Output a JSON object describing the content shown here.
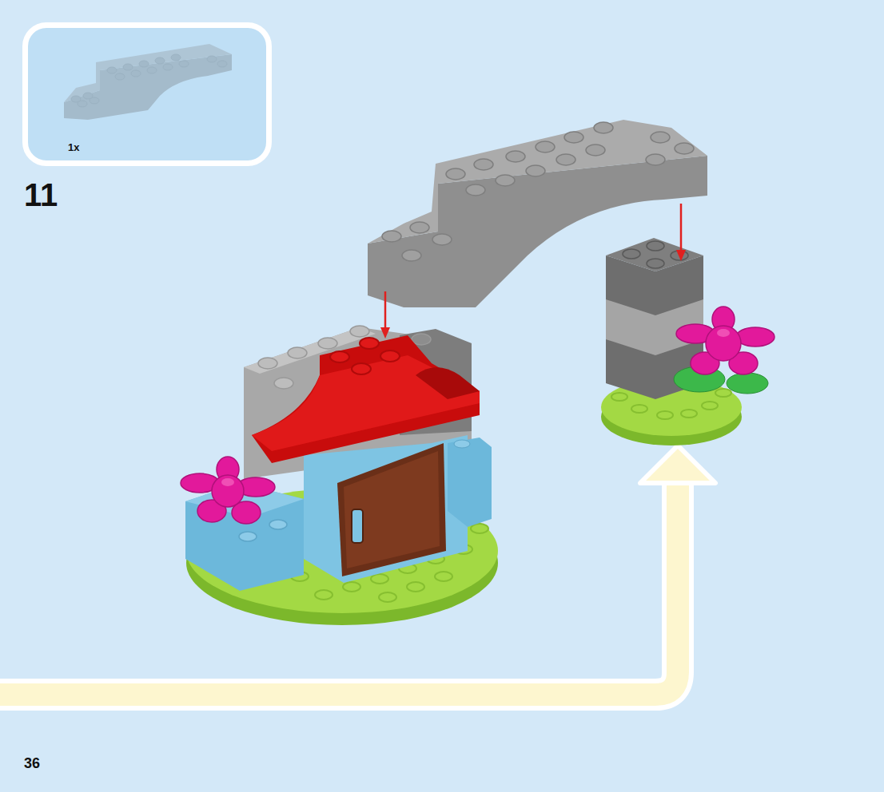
{
  "diagram": {
    "nodes": [
      {
        "text": [
          "1x"
        ]
      }
    ],
    "labels": [
      "11",
      "36"
    ]
  }
}
